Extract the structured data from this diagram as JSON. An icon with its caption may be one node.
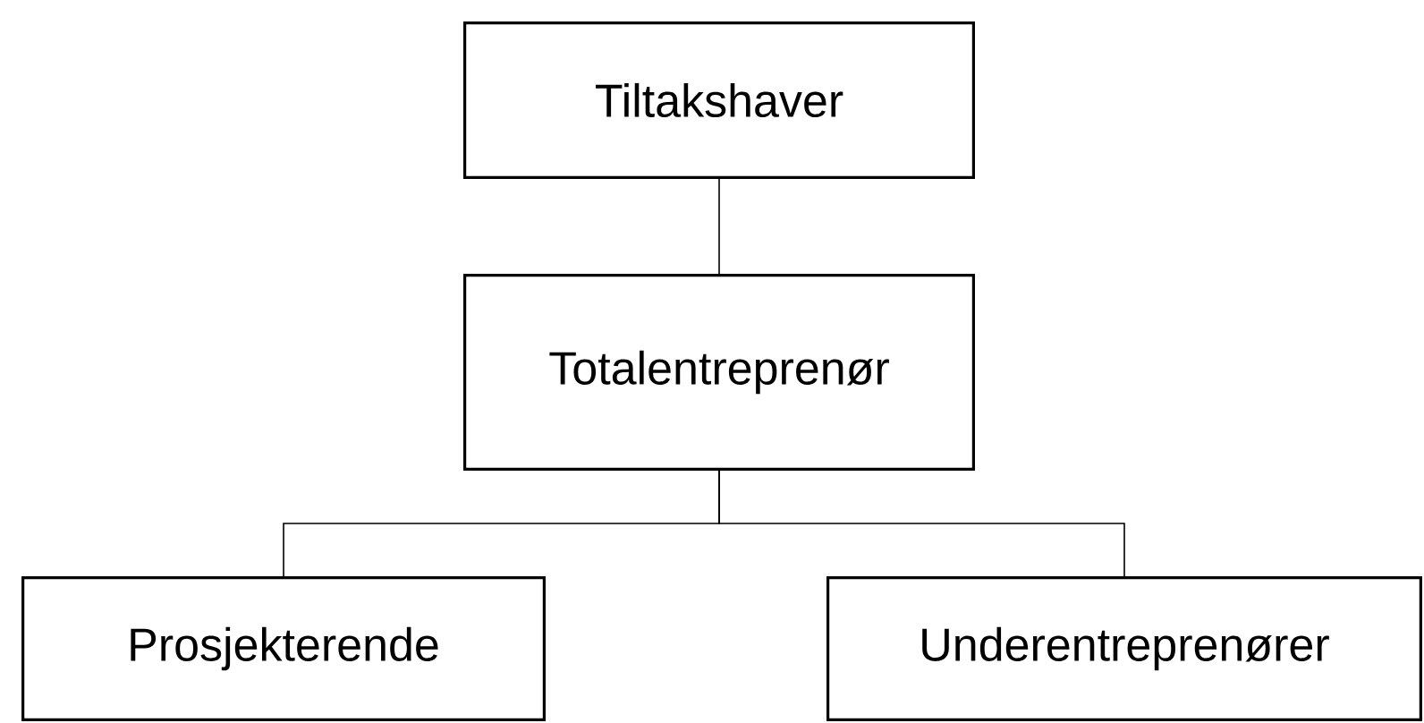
{
  "diagram": {
    "nodes": [
      {
        "text": [
          "Tiltakshaver"
        ]
      },
      {
        "text": [
          "Totalentreprenør"
        ]
      },
      {
        "text": [
          "Prosjekterende"
        ]
      },
      {
        "text": [
          "Underentreprenører"
        ]
      }
    ],
    "edges": [
      {
        "from": 0,
        "to": 1,
        "arrow": "none"
      },
      {
        "from": 1,
        "to": 2,
        "arrow": "none"
      },
      {
        "from": 1,
        "to": 3,
        "arrow": "none"
      }
    ]
  }
}
